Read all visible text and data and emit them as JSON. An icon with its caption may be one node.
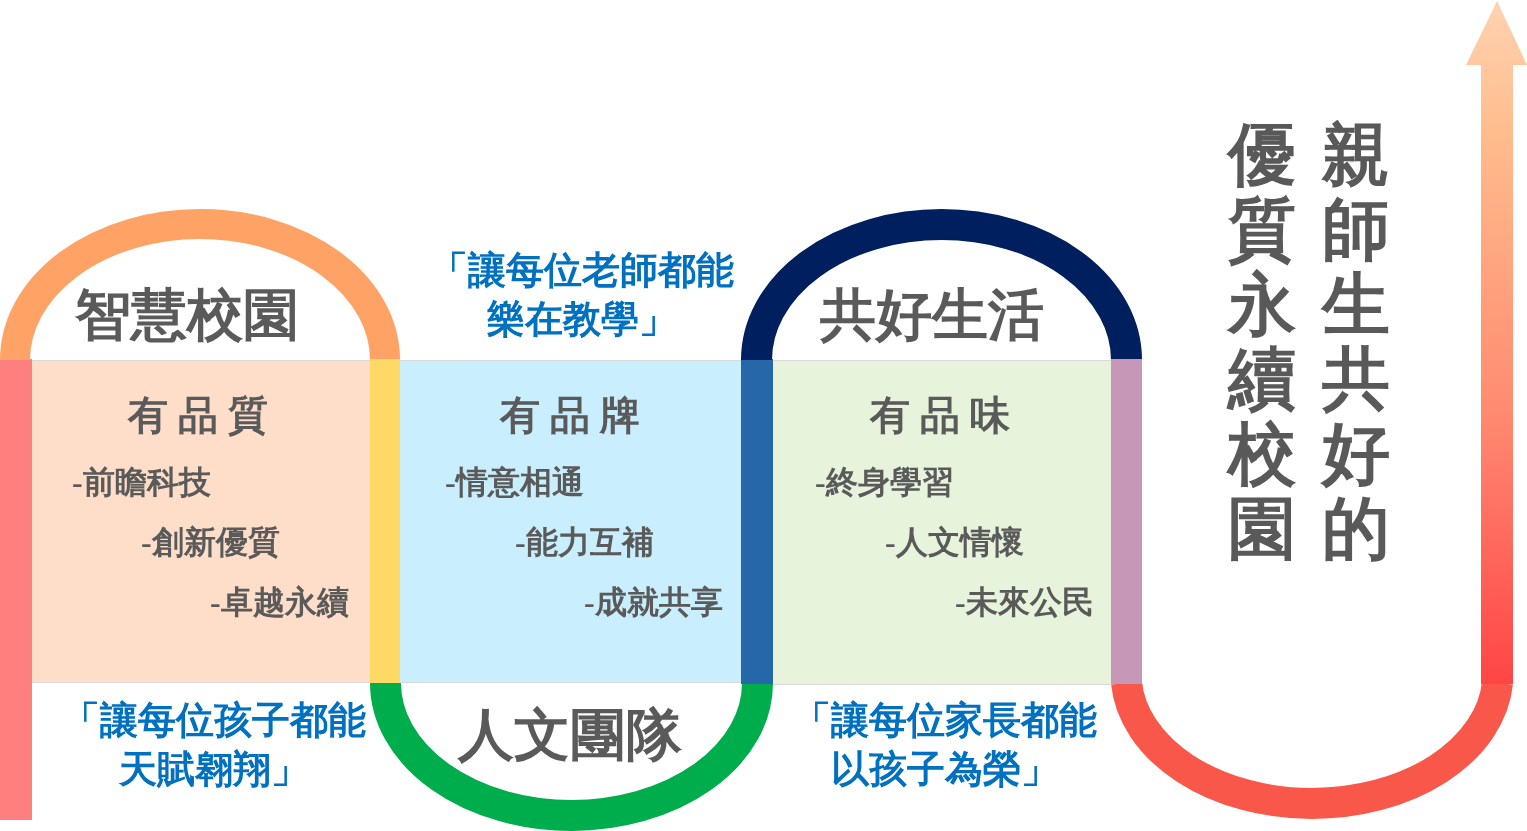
{
  "diagram": {
    "title": "親師生共好的優質永續校園",
    "nodes": [
      {
        "text": [],
        "shape": "bar"
      },
      {
        "text": [
          "智慧校園",
          "有 品 質",
          "-前瞻科技",
          "-創新優質",
          "-卓越永續"
        ],
        "beside": [
          "「讓每位孩子都能天賦翱翔」"
        ]
      },
      {
        "text": [],
        "shape": "bar"
      },
      {
        "text": [
          "有 品 牌",
          "-情意相通",
          "-能力互補",
          "-成就共享",
          "人文團隊"
        ],
        "beside": [
          "「讓每位老師都能樂在教學」"
        ]
      },
      {
        "text": [],
        "shape": "bar"
      },
      {
        "text": [
          "共好生活",
          "有 品 味",
          "-終身學習",
          "-人文情懷",
          "-未來公民"
        ],
        "beside": [
          "「讓每位家長都能以孩子為榮」"
        ]
      },
      {
        "text": [],
        "shape": "bar"
      }
    ]
  }
}
